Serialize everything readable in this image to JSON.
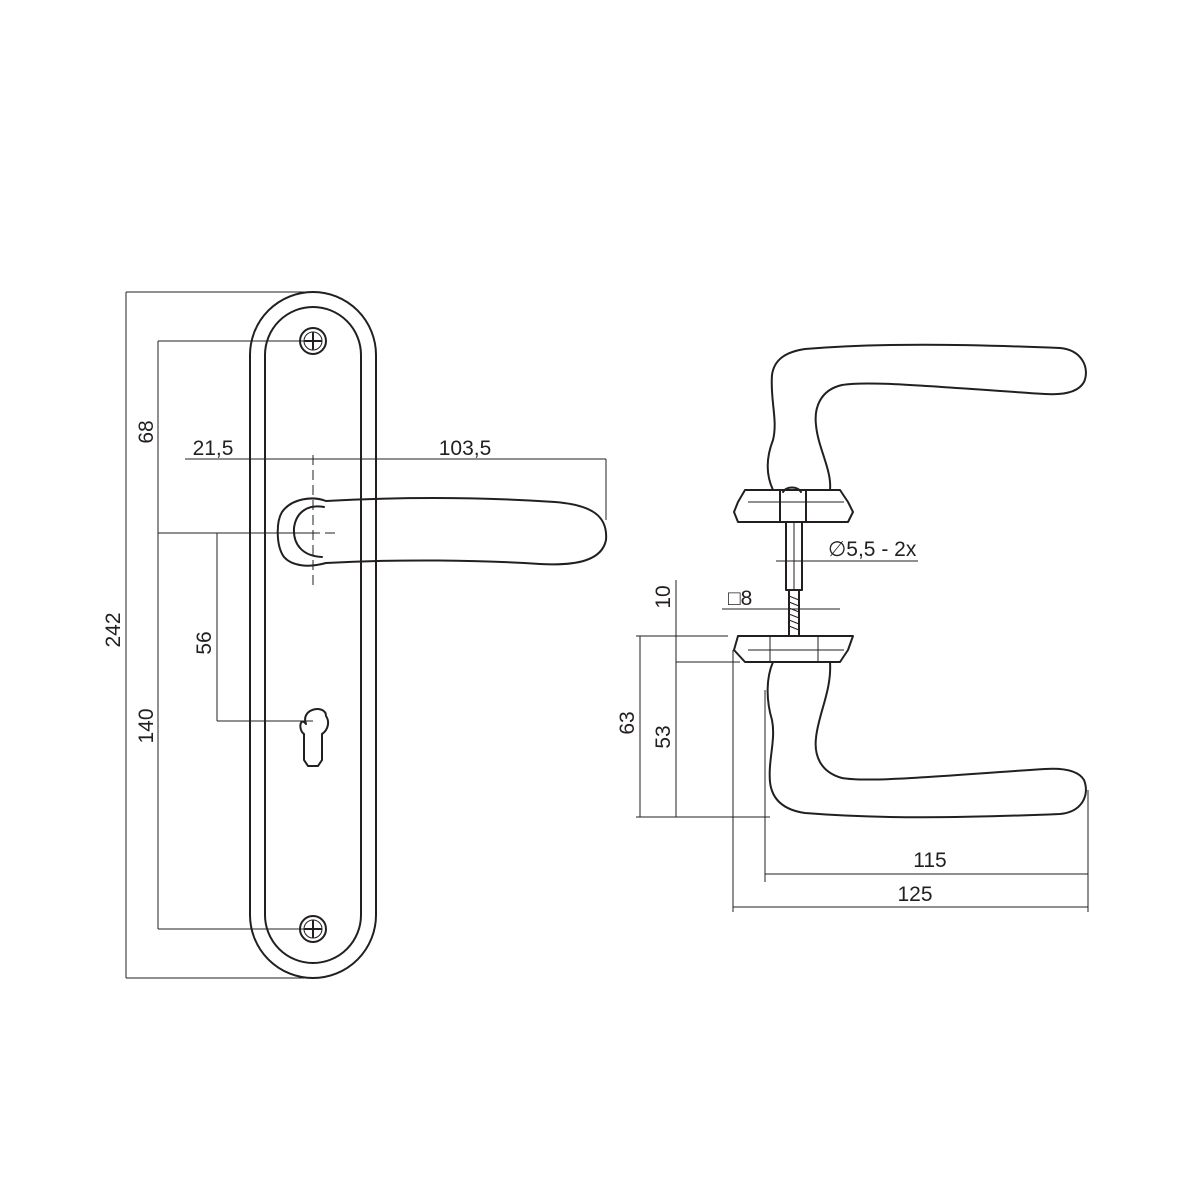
{
  "front_view": {
    "overall_height": "242",
    "screw_to_spindle": "68",
    "spindle_to_lower_screw": "140",
    "spindle_to_keyhole": "56",
    "plate_to_spindle_offset": "21,5",
    "lever_length": "103,5"
  },
  "side_view": {
    "screw_hole_spec": "∅5,5 - 2x",
    "spindle_square": "□8",
    "rose_thickness": "10",
    "lever_drop_total": "63",
    "lever_drop_inner": "53",
    "projection_inner": "115",
    "projection_total": "125"
  },
  "colors": {
    "line": "#231f20",
    "background": "#ffffff"
  }
}
